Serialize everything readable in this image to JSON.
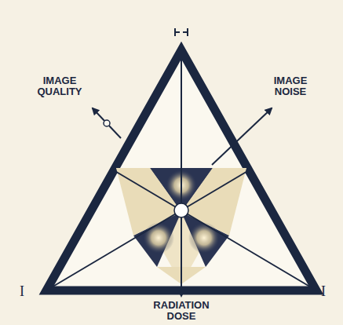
{
  "diagram": {
    "labels": [
      "IMAGE QUALITY",
      "IMAGE NOISE",
      "RADIATION DOSE",
      "I",
      "I"
    ]
  }
}
